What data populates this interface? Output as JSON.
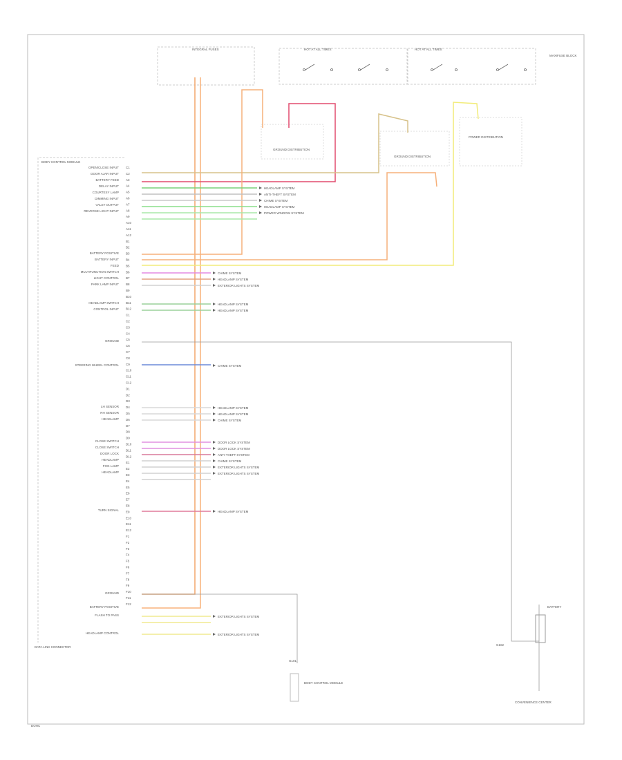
{
  "diagram": {
    "corner_label": "DOHC",
    "top_right_label": "MAXIFUSE BLOCK",
    "fuse_blocks": [
      {
        "label": "INTEGRAL FUSES"
      },
      {
        "label": "HOT AT ALL TIMES"
      },
      {
        "label": "HOT AT ALL TIMES"
      }
    ],
    "left_header": "BODY CONTROL MODULE",
    "ground_distribution": "GROUND DISTRIBUTION",
    "power_distribution": "POWER DISTRIBUTION",
    "pins": [
      "C1",
      "C2",
      "A3",
      "A4",
      "A5",
      "A6",
      "A7",
      "A8",
      "A9",
      "A10",
      "A11",
      "A12",
      "B1",
      "B2",
      "B3",
      "B4",
      "B5",
      "B6",
      "B7",
      "B8",
      "B9",
      "B10",
      "B11",
      "B12",
      "C1",
      "C2",
      "C3",
      "C4",
      "C5",
      "C6",
      "C7",
      "C8",
      "C9",
      "C10",
      "C11",
      "C12",
      "D1",
      "D2",
      "D3",
      "D4",
      "D5",
      "D6",
      "D7",
      "D8",
      "D9",
      "D10",
      "D11",
      "D12",
      "E1",
      "E2",
      "E3",
      "E4",
      "E5",
      "E6",
      "E7",
      "E8",
      "E9",
      "E10",
      "E11",
      "E12",
      "F1",
      "F2",
      "F3",
      "F4",
      "F5",
      "F6",
      "F7",
      "F8",
      "F9",
      "F10",
      "F11",
      "F12"
    ],
    "left_labels": [
      "OPEN/CLOSE INPUT",
      "DOOR AJAR INPUT",
      "BATTERY FEED",
      "DELAY INPUT",
      "COURTESY LAMP",
      "DIMMING INPUT",
      "VALET OUTPUT",
      "REVERSE LIGHT INPUT",
      "BATTERY POSITIVE",
      "BATTERY INPUT",
      "FEED",
      "MULTIFUNCTION SWITCH",
      "LIGHT CONTROL",
      "PARK LAMP INPUT",
      "HEADLAMP SWITCH",
      "CONTROL INPUT",
      "GROUND",
      "STEERING WHEEL CONTROL",
      "LH SENSOR",
      "RH SENSOR",
      "HEADLAMP",
      "CLOSE SWITCH",
      "CLOSE SWITCH",
      "DOOR LOCK",
      "HEADLAMP",
      "FOG LAMP",
      "HEADLAMP",
      "TURN SIGNAL",
      "GROUND",
      "BATTERY POSITIVE",
      "FLASH TO PASS",
      "HEADLAMP CONTROL"
    ],
    "right_labels": [
      "HEADLAMP SYSTEM",
      "ANTI-THEFT SYSTEM",
      "CHIME SYSTEM",
      "HEADLAMP SYSTEM",
      "POWER WINDOW SYSTEM",
      "CHIME SYSTEM",
      "HEADLAMP SYSTEM",
      "EXTERIOR LIGHTS SYSTEM",
      "HEADLAMP SYSTEM",
      "HEADLAMP SYSTEM",
      "CHIME SYSTEM",
      "HEADLAMP SYSTEM",
      "HEADLAMP SYSTEM",
      "CHIME SYSTEM",
      "DOOR LOCK SYSTEM",
      "DOOR LOCK SYSTEM",
      "ANTI-THEFT SYSTEM",
      "CHIME SYSTEM",
      "EXTERIOR LIGHTS SYSTEM",
      "EXTERIOR LIGHTS SYSTEM",
      "HEADLAMP SYSTEM",
      "EXTERIOR LIGHTS SYSTEM",
      "EXTERIOR LIGHTS SYSTEM"
    ],
    "bottom_left_note": "DATA LINK CONNECTOR",
    "g_label": "G101",
    "g_label2": "G102",
    "bottom_center_label": "BODY CONTROL MODULE",
    "bottom_right_label": "CONVENIENCE CENTER",
    "battery_label": "BATTERY"
  }
}
